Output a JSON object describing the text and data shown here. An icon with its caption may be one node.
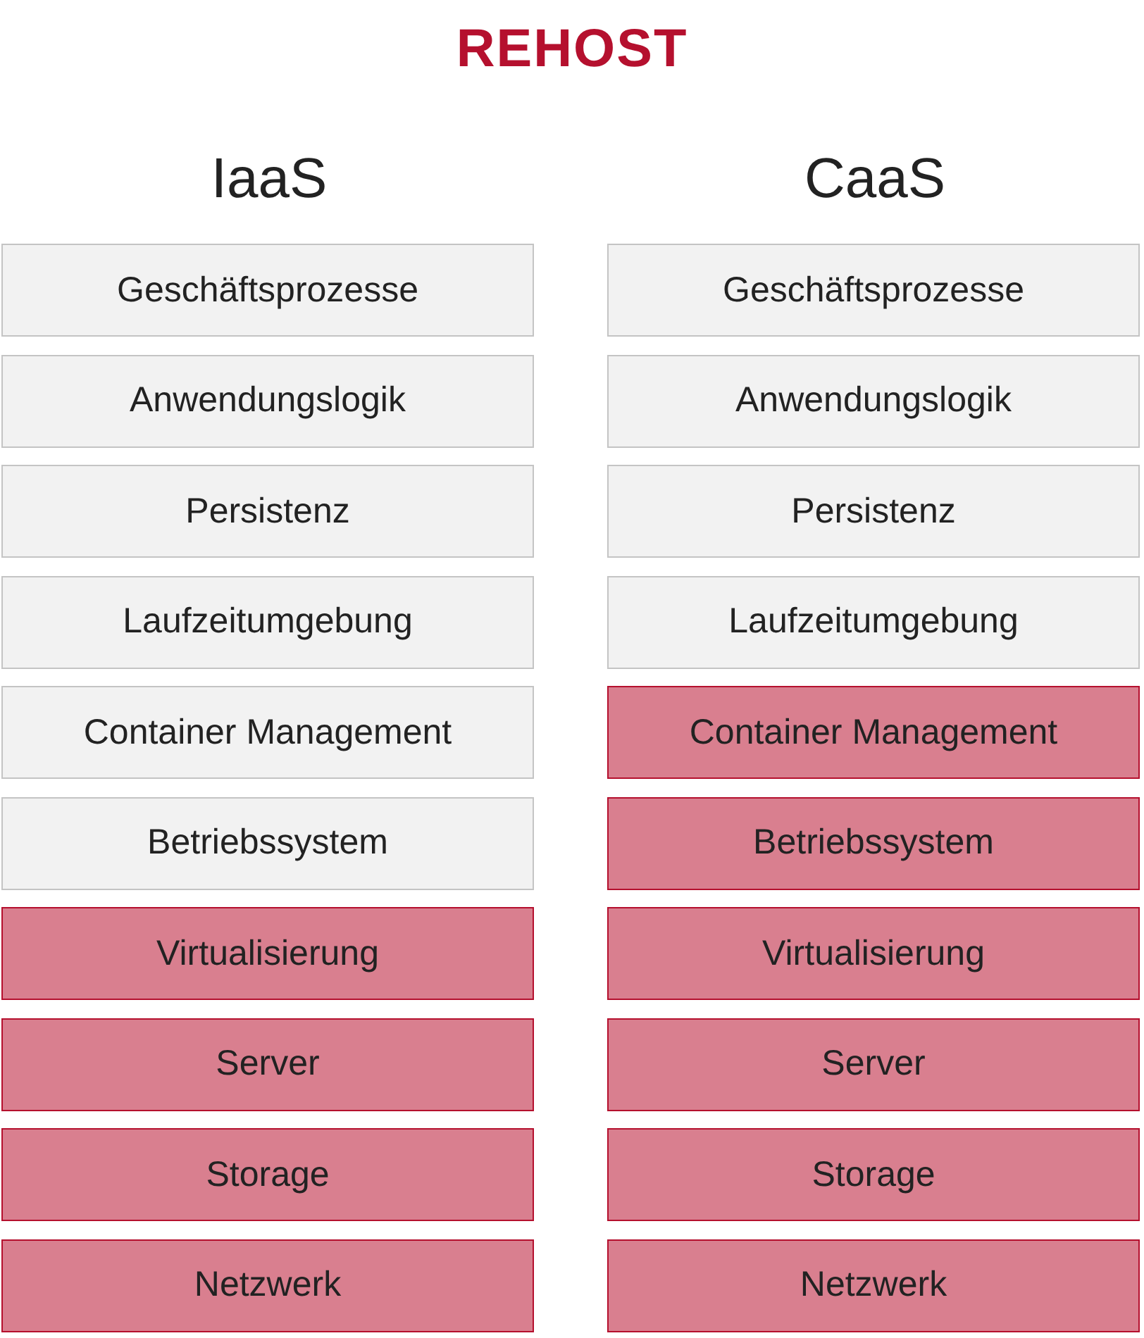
{
  "diagram": {
    "title": "REHOST",
    "labels": [
      "IaaS",
      "CaaS"
    ],
    "nodes": [
      {
        "text": [
          "Geschäftsprozesse"
        ]
      },
      {
        "text": [
          "Anwendungslogik"
        ]
      },
      {
        "text": [
          "Persistenz"
        ]
      },
      {
        "text": [
          "Laufzeitumgebung"
        ]
      },
      {
        "text": [
          "Container Management"
        ]
      },
      {
        "text": [
          "Betriebssystem"
        ]
      },
      {
        "text": [
          "Virtualisierung"
        ]
      },
      {
        "text": [
          "Server"
        ]
      },
      {
        "text": [
          "Storage"
        ]
      },
      {
        "text": [
          "Netzwerk"
        ]
      },
      {
        "text": [
          "Geschäftsprozesse"
        ]
      },
      {
        "text": [
          "Anwendungslogik"
        ]
      },
      {
        "text": [
          "Persistenz"
        ]
      },
      {
        "text": [
          "Laufzeitumgebung"
        ]
      },
      {
        "text": [
          "Container Management"
        ]
      },
      {
        "text": [
          "Betriebssystem"
        ]
      },
      {
        "text": [
          "Virtualisierung"
        ]
      },
      {
        "text": [
          "Server"
        ]
      },
      {
        "text": [
          "Storage"
        ]
      },
      {
        "text": [
          "Netzwerk"
        ]
      }
    ]
  }
}
